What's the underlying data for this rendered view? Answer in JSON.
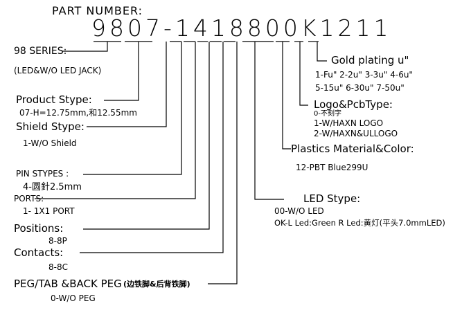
{
  "part_number": {
    "title": "PART NUMBER:",
    "value": "9807-1418800K1211"
  },
  "fields": {
    "series": {
      "label": "98 SERIES:",
      "note": "(LED&W/O LED JACK)"
    },
    "product": {
      "label": "Product Stype:",
      "value": "07-H=12.75mm,和12.55mm"
    },
    "shield": {
      "label": "Shield Stype:",
      "value": "1-W/O Shield"
    },
    "pin": {
      "label": "PIN STYPES :",
      "value": "4-圆針2.5mm"
    },
    "ports": {
      "label": "PORTS:",
      "value": "1- 1X1 PORT"
    },
    "positions": {
      "label": "Positions:",
      "value": "8-8P"
    },
    "contacts": {
      "label": "Contacts:",
      "value": "8-8C"
    },
    "peg": {
      "label": "PEG/TAB &BACK PEG",
      "label_cn": "(边铁脚&后背铁脚)",
      "value": "0-W/O PEG"
    },
    "led": {
      "label": "LED Stype:",
      "value1": "00-W/O LED",
      "value2": "OK-L Led:Green R Led:黄灯(平头7.0mmLED)"
    },
    "plastics": {
      "label": "Plastics Material&Color:",
      "value": "12-PBT Blue299U"
    },
    "logo": {
      "label": "Logo&PcbType:",
      "value1": "0-不刻字",
      "value2": "1-W/HAXN LOGO",
      "value3": "2-W/HAXN&ULLOGO"
    },
    "gold": {
      "label": "Gold plating u\"",
      "value1": "1-Fu\" 2-2u\" 3-3u\" 4-6u\"",
      "value2": "5-15u\" 6-30u\" 7-50u\""
    }
  }
}
